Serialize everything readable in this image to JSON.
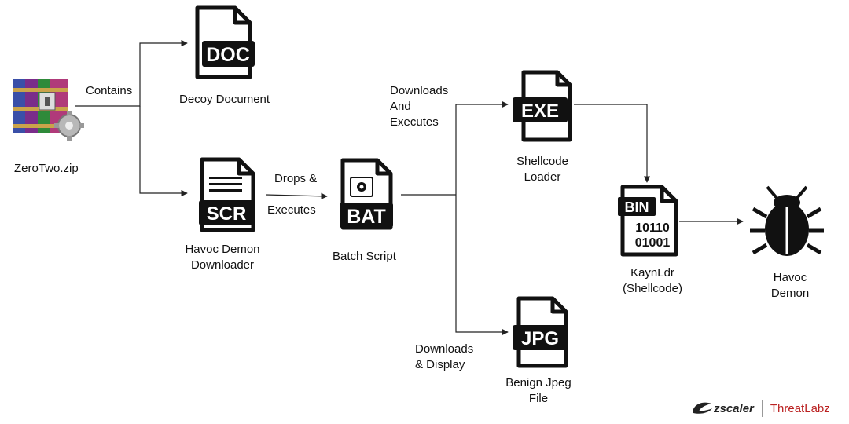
{
  "nodes": {
    "zip": {
      "label": "ZeroTwo.zip"
    },
    "decoy": {
      "icon_text": "DOC",
      "label": "Decoy Document"
    },
    "downloader": {
      "icon_text": "SCR",
      "label_line1": "Havoc Demon",
      "label_line2": "Downloader"
    },
    "batch": {
      "icon_text": "BAT",
      "label": "Batch Script"
    },
    "loader": {
      "icon_text": "EXE",
      "label_line1": "Shellcode",
      "label_line2": "Loader"
    },
    "jpeg": {
      "icon_text": "JPG",
      "label_line1": "Benign Jpeg",
      "label_line2": "File"
    },
    "kayn": {
      "icon_text": "BIN",
      "bits_line1": "10110",
      "bits_line2": "01001",
      "label_line1": "KaynLdr",
      "label_line2": "(Shellcode)"
    },
    "demon": {
      "label_line1": "Havoc",
      "label_line2": "Demon"
    }
  },
  "edges": {
    "contains": "Contains",
    "drops_line1": "Drops &",
    "drops_line2": "Executes",
    "dl_exec_line1": "Downloads",
    "dl_exec_line2": "And",
    "dl_exec_line3": "Executes",
    "dl_display_line1": "Downloads",
    "dl_display_line2": "& Display"
  },
  "branding": {
    "vendor": "zscaler",
    "team": "ThreatLabz"
  },
  "colors": {
    "icon": "#111111",
    "arrow": "#222222",
    "brand_red": "#b22222"
  }
}
